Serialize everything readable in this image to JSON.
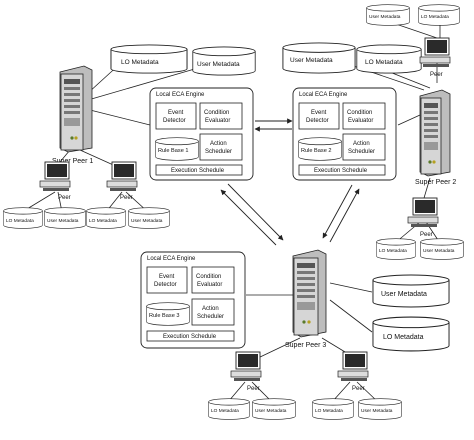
{
  "peers": {
    "sp1": {
      "name": "Super Peer 1"
    },
    "sp2": {
      "name": "Super Peer 2"
    },
    "sp3": {
      "name": "Super Peer 3"
    },
    "peer_label": "Peer"
  },
  "engines": {
    "e1": {
      "title": "Local ECA Engine",
      "event": [
        "Event",
        "Detector"
      ],
      "condition": [
        "Condition",
        "Evaluator"
      ],
      "rule_base": "Rule Base 1",
      "action": [
        "Action",
        "Scheduler"
      ],
      "schedule": "Execution Schedule"
    },
    "e2": {
      "title": "Local ECA Engine",
      "event": [
        "Event",
        "Detector"
      ],
      "condition": [
        "Condition",
        "Evaluator"
      ],
      "rule_base": "Rule Base 2",
      "action": [
        "Action",
        "Scheduler"
      ],
      "schedule": "Execution Schedule"
    },
    "e3": {
      "title": "Local ECA Engine",
      "event": [
        "Event",
        "Detector"
      ],
      "condition": [
        "Condition",
        "Evaluator"
      ],
      "rule_base": "Rule Base 3",
      "action": [
        "Action",
        "Scheduler"
      ],
      "schedule": "Execution Schedule"
    }
  },
  "metadata": {
    "lo": "LO Metadata",
    "user": "User Metadata"
  }
}
